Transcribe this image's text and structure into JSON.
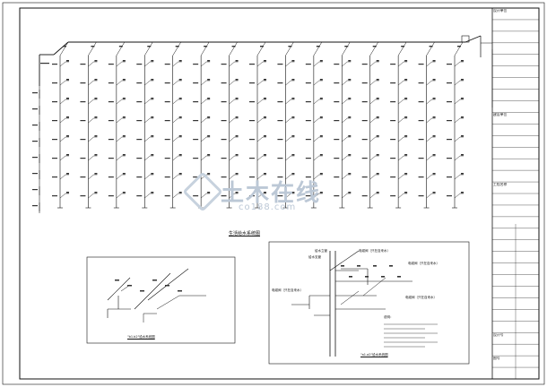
{
  "main_diagram": {
    "title": "生活给水系统图",
    "risers": 15,
    "floors_per_riser": 8
  },
  "detail_left": {
    "title": "\"b1.b2\"给水系统图"
  },
  "detail_right": {
    "title": "\"a1.a2\"给水系统图",
    "labels": {
      "supply_main": "给水立管",
      "branch_pipe": "给水支管",
      "valve_1": "电磁阀（只在自来水）",
      "valve_2": "电磁阀（只在自来水）",
      "valve_3": "电磁阀（只在自来水）",
      "valve_4": "电磁阀（只在自来水）",
      "notes_heading": "说明："
    }
  },
  "watermark": {
    "brand": "土木在线",
    "url": "co188.com"
  },
  "title_block": {
    "rows": [
      "设计单位",
      "",
      "",
      "",
      "",
      "",
      "",
      "",
      "",
      "建设单位",
      "",
      "",
      "",
      "",
      "",
      "工程名称",
      "",
      "",
      "",
      "",
      "",
      "",
      "",
      "",
      "",
      "",
      "",
      "",
      "设计号",
      "",
      "图号",
      ""
    ]
  },
  "colors": {
    "line": "#111111",
    "watermark": "#bcc8d6"
  }
}
